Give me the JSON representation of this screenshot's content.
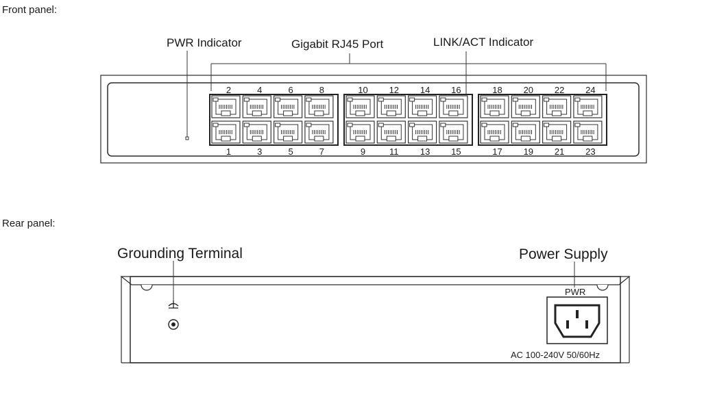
{
  "front_panel": {
    "section_label": "Front panel:",
    "callouts": {
      "pwr_indicator": "PWR Indicator",
      "rj45_port": "Gigabit RJ45 Port",
      "link_act": "LINK/ACT Indicator"
    },
    "port_groups": [
      {
        "top": [
          "2",
          "4",
          "6",
          "8"
        ],
        "bottom": [
          "1",
          "3",
          "5",
          "7"
        ]
      },
      {
        "top": [
          "10",
          "12",
          "14",
          "16"
        ],
        "bottom": [
          "9",
          "11",
          "13",
          "15"
        ]
      },
      {
        "top": [
          "18",
          "20",
          "22",
          "24"
        ],
        "bottom": [
          "17",
          "19",
          "21",
          "23"
        ]
      }
    ]
  },
  "rear_panel": {
    "section_label": "Rear panel:",
    "callouts": {
      "grounding": "Grounding Terminal",
      "power_supply": "Power Supply"
    },
    "pwr_label": "PWR",
    "ac_rating": "AC 100-240V 50/60Hz"
  }
}
